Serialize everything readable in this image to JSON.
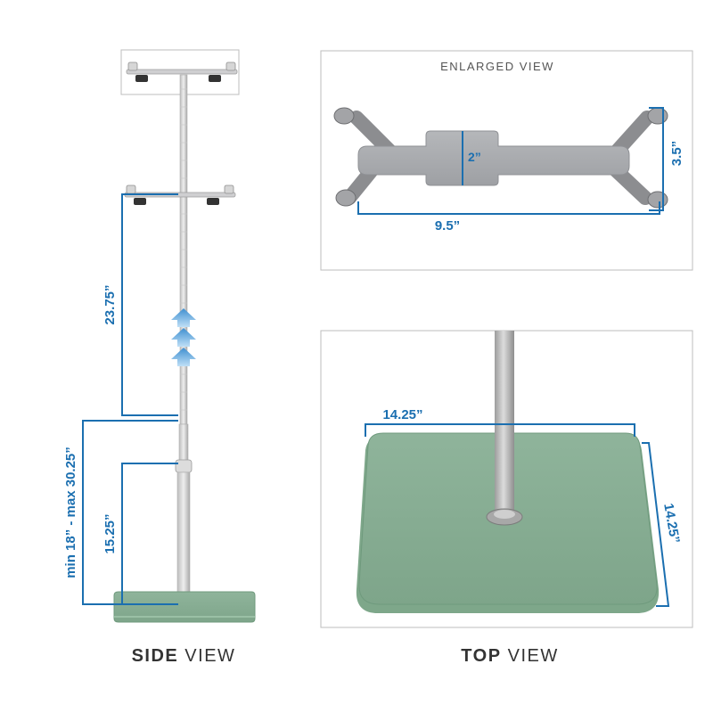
{
  "enlarged": {
    "label": "ENLARGED VIEW",
    "width": "9.5”",
    "height": "3.5”",
    "center_width": "2”"
  },
  "side": {
    "upper_extension": "23.75”",
    "height_range": "min 18” - max 30.25”",
    "lower_height": "15.25”"
  },
  "top": {
    "base_width": "14.25”",
    "base_depth": "14.25”"
  },
  "captions": {
    "side_bold": "SIDE",
    "side_rest": " VIEW",
    "top_bold": "TOP",
    "top_rest": " VIEW"
  },
  "colors": {
    "dimension": "#1b6fb0",
    "base_glass": "#8fb49b",
    "metal": "#9a9a9a",
    "frame": "#bdbdbd"
  }
}
